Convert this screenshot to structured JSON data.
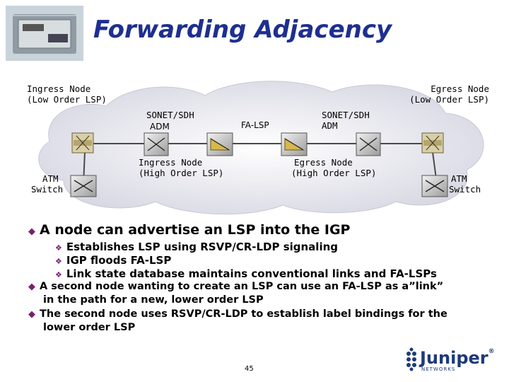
{
  "slide": {
    "title": "Forwarding Adjacency",
    "page_number": "45"
  },
  "diagram": {
    "ingress_node_low": "Ingress Node",
    "ingress_node_low_sub": "(Low Order LSP)",
    "egress_node_low": "Egress Node",
    "egress_node_low_sub": "(Low Order LSP)",
    "sonet_left": "SONET/SDH",
    "sonet_left_sub": "ADM",
    "sonet_right": "SONET/SDH",
    "sonet_right_sub": "ADM",
    "fa_lsp": "FA-LSP",
    "ingress_node_high": "Ingress Node",
    "ingress_node_high_sub": "(High Order LSP)",
    "egress_node_high": "Egress Node",
    "egress_node_high_sub": "(High Order LSP)",
    "atm_left": "ATM",
    "atm_left_sub": "Switch",
    "atm_right": "ATM",
    "atm_right_sub": "Switch",
    "colors": {
      "cloud": "#e8e8f0",
      "switch": "#d9cfa6",
      "link": "#4a4a4a"
    }
  },
  "bullets": {
    "main1": "A node can advertise an LSP into the IGP",
    "sub1": "Establishes LSP using RSVP/CR-LDP signaling",
    "sub2": "IGP floods FA-LSP",
    "sub3": "Link state database maintains conventional links and FA-LSPs",
    "main2_line1": "A second node wanting to create an LSP can use an FA-LSP as a”link”",
    "main2_line2": "in the path for a new, lower order LSP",
    "main3_line1": "The second node uses RSVP/CR-LDP to establish label bindings for the",
    "main3_line2": "lower order LSP"
  },
  "logo": {
    "text": "Juniper",
    "sub": "NETWORKS",
    "mark": "®"
  },
  "colors": {
    "title": "#1e2f8f",
    "bullet_marker": "#7a1f6e"
  }
}
